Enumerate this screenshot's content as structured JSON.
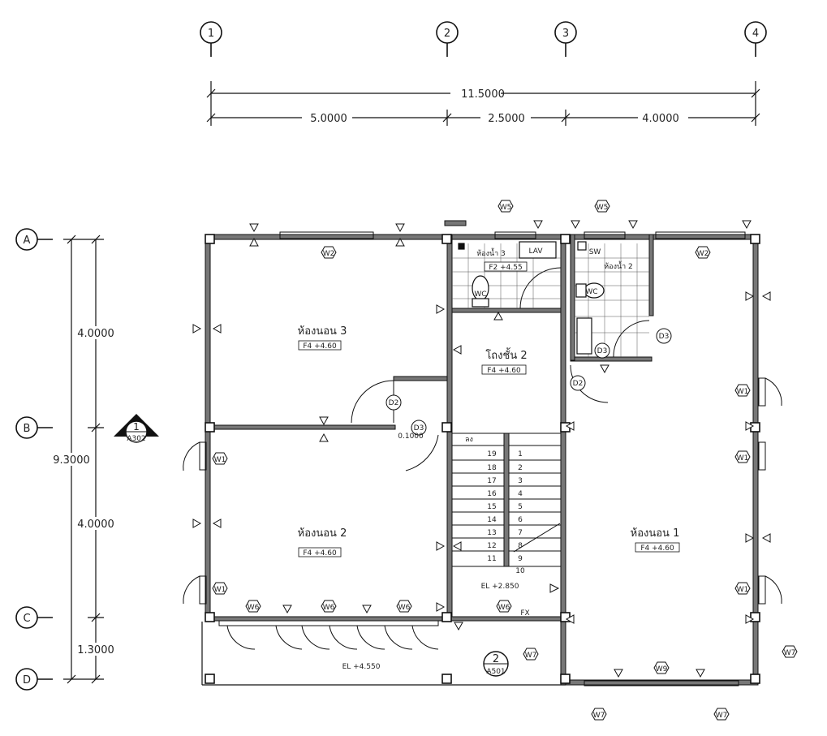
{
  "grid": {
    "columns": [
      "1",
      "2",
      "3",
      "4"
    ],
    "rows": [
      "A",
      "B",
      "C",
      "D"
    ]
  },
  "dimensions": {
    "overall_horizontal": "11.5000",
    "horizontal": [
      "5.0000",
      "2.5000",
      "4.0000"
    ],
    "overall_vertical": "9.3000",
    "vertical": [
      "4.0000",
      "4.0000",
      "1.3000"
    ]
  },
  "rooms": [
    {
      "name": "ห้องนอน 3",
      "level": "F4 +4.60"
    },
    {
      "name": "ห้องนอน 2",
      "level": "F4 +4.60"
    },
    {
      "name": "โถงชั้น 2",
      "level": "F4 +4.60"
    },
    {
      "name": "ห้องนอน 1",
      "level": "F4 +4.60"
    },
    {
      "name": "ห้องน้ำ 3",
      "level": "F2 +4.55"
    },
    {
      "name": "ห้องน้ำ 2",
      "level": ""
    }
  ],
  "fixtures": {
    "lav": "LAV",
    "wc": "WC",
    "sw": "SW"
  },
  "stair": {
    "up_label": "ลง",
    "left_steps": [
      "19",
      "18",
      "17",
      "16",
      "15",
      "14",
      "13",
      "12",
      "11"
    ],
    "right_steps": [
      "1",
      "2",
      "3",
      "4",
      "5",
      "6",
      "7",
      "8",
      "9"
    ],
    "bottom_step": "10",
    "elevation": "EL +2.850"
  },
  "balcony_elevation": "EL +4.550",
  "section_marks": [
    {
      "number": "1",
      "sheet": "A302"
    },
    {
      "number": "2",
      "sheet": "A501"
    }
  ],
  "door_tags": [
    "D2",
    "D2",
    "D3",
    "D3",
    "D3"
  ],
  "window_tags": [
    "W2",
    "W2",
    "W5",
    "W5",
    "W1",
    "W1",
    "W1",
    "W1",
    "W1",
    "W6",
    "W6",
    "W6",
    "W6",
    "W7",
    "W7",
    "W7",
    "W7",
    "W9"
  ],
  "misc_labels": {
    "door_width": "0.1000",
    "fx": "FX"
  }
}
